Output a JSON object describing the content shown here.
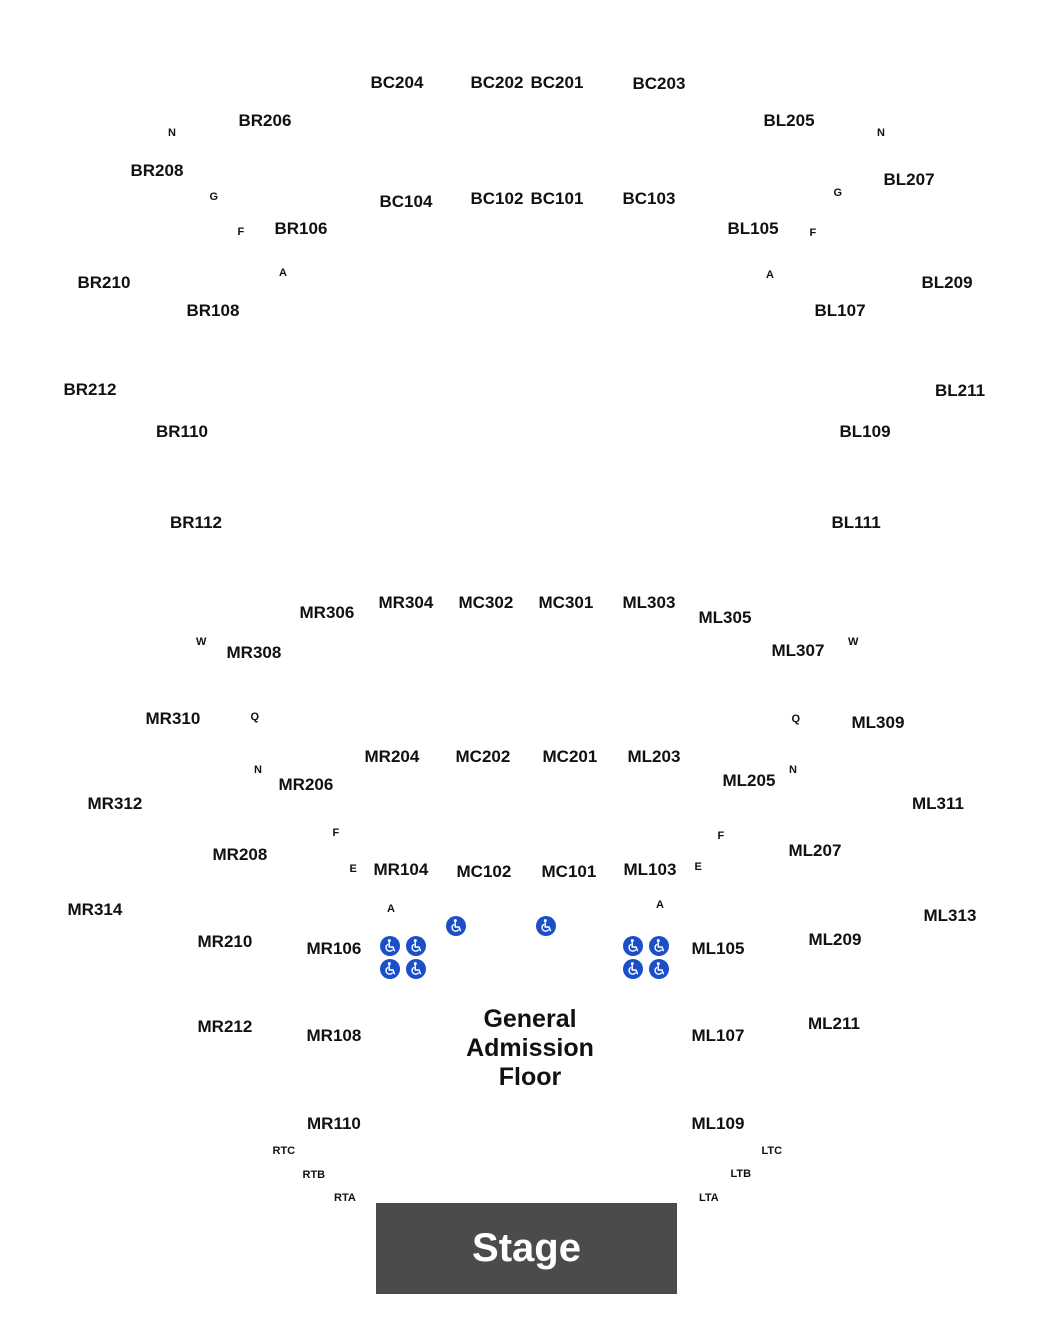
{
  "sections": [
    "BC204",
    "BC202",
    "BC201",
    "BC203",
    "BR206",
    "BL205",
    "BR208",
    "BL207",
    "BC104",
    "BC102",
    "BC101",
    "BC103",
    "BR106",
    "BL105",
    "BR210",
    "BL209",
    "BR108",
    "BL107",
    "BR212",
    "BL211",
    "BR110",
    "BL109",
    "BR112",
    "BL111",
    "MR306",
    "MR304",
    "MC302",
    "MC301",
    "ML303",
    "ML305",
    "MR308",
    "ML307",
    "MR310",
    "ML309",
    "MR204",
    "MC202",
    "MC201",
    "ML203",
    "MR206",
    "ML205",
    "MR312",
    "ML311",
    "MR208",
    "ML207",
    "MR104",
    "MC102",
    "MC101",
    "ML103",
    "MR314",
    "ML313",
    "MR210",
    "ML209",
    "MR106",
    "ML105",
    "MR212",
    "ML211",
    "MR108",
    "ML107",
    "MR110",
    "ML109"
  ],
  "rows": [
    "N",
    "N",
    "G",
    "G",
    "F",
    "F",
    "A",
    "A",
    "W",
    "W",
    "Q",
    "Q",
    "N",
    "N",
    "F",
    "F",
    "E",
    "E",
    "A",
    "A",
    "RTC",
    "LTC",
    "RTB",
    "LTB",
    "RTA",
    "LTA"
  ],
  "accessible_icon": "wheelchair-icon",
  "accessible_color": "#1a4fc8",
  "floor_label": "General\nAdmission\nFloor",
  "stage_label": "Stage",
  "stage_color": "#4b4b4b"
}
